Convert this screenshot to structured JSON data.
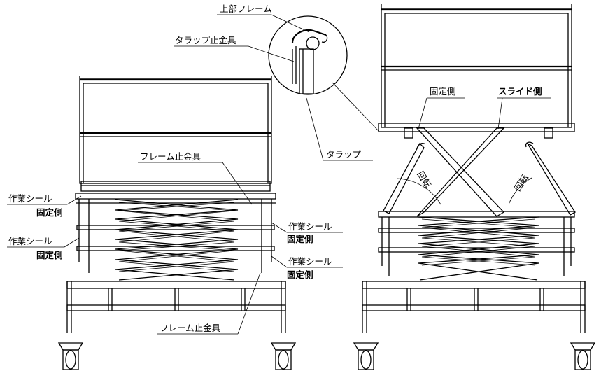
{
  "labels": {
    "upper_frame": "上部フレーム",
    "strap_clip": "タラップ止金具",
    "strap": "タラップ",
    "frame_clip_top": "フレーム止金具",
    "frame_clip_bottom": "フレーム止金具",
    "work_seal_1": "作業シール",
    "work_seal_2": "作業シール",
    "work_seal_3": "作業シール",
    "work_seal_4": "作業シール",
    "fixed_side_1": "固定側",
    "fixed_side_2": "固定側",
    "fixed_side_3": "固定側",
    "fixed_side_4": "固定側",
    "fixed_side_top": "固定側",
    "slide_side": "スライド側",
    "rotate_left": "回転",
    "rotate_right": "回転"
  }
}
